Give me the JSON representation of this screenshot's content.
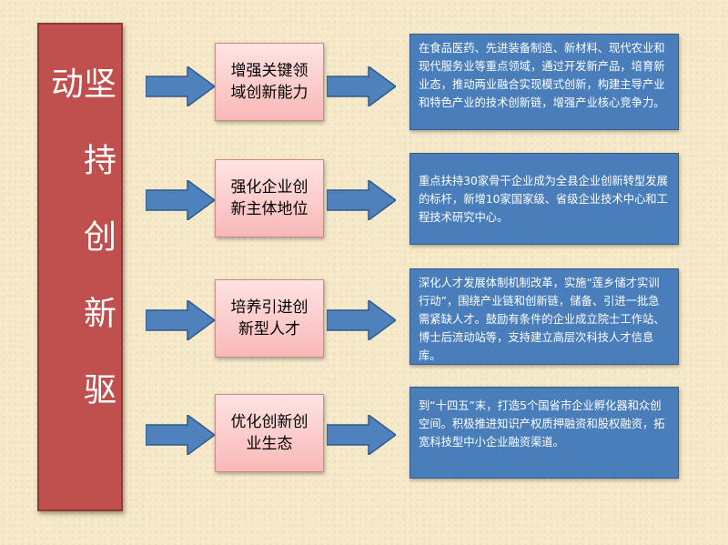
{
  "colors": {
    "title_fill": "#c0504d",
    "arrow_fill": "#4f81bd",
    "step_fill": "#fbc9c9",
    "desc_fill": "#4a7ebb"
  },
  "diagram": {
    "title": "坚持创新驱动",
    "rows": [
      {
        "label": "增强关键领域创新能力",
        "description": "在食品医药、先进装备制造、新材料、现代农业和现代服务业等重点领域，通过开发新产品，培育新业态，推动两业融合实现模式创新，构建主导产业和特色产业的技术创新链，增强产业核心竞争力。"
      },
      {
        "label": "强化企业创新主体地位",
        "description": "重点扶持30家骨干企业成为全县企业创新转型发展的标杆，新增10家国家级、省级企业技术中心和工程技术研究中心。"
      },
      {
        "label": "培养引进创新型人才",
        "description": "深化人才发展体制机制改革，实施“莲乡储才实训行动”，围绕产业链和创新链，储备、引进一批急需紧缺人才。鼓励有条件的企业成立院士工作站、博士后流动站等，支持建立高层次科技人才信息库。"
      },
      {
        "label": "优化创新创业生态",
        "description": "到“十四五”末，打造5个国省市企业孵化器和众创空间。积极推进知识产权质押融资和股权融资，拓宽科技型中小企业融资渠道。"
      }
    ]
  }
}
